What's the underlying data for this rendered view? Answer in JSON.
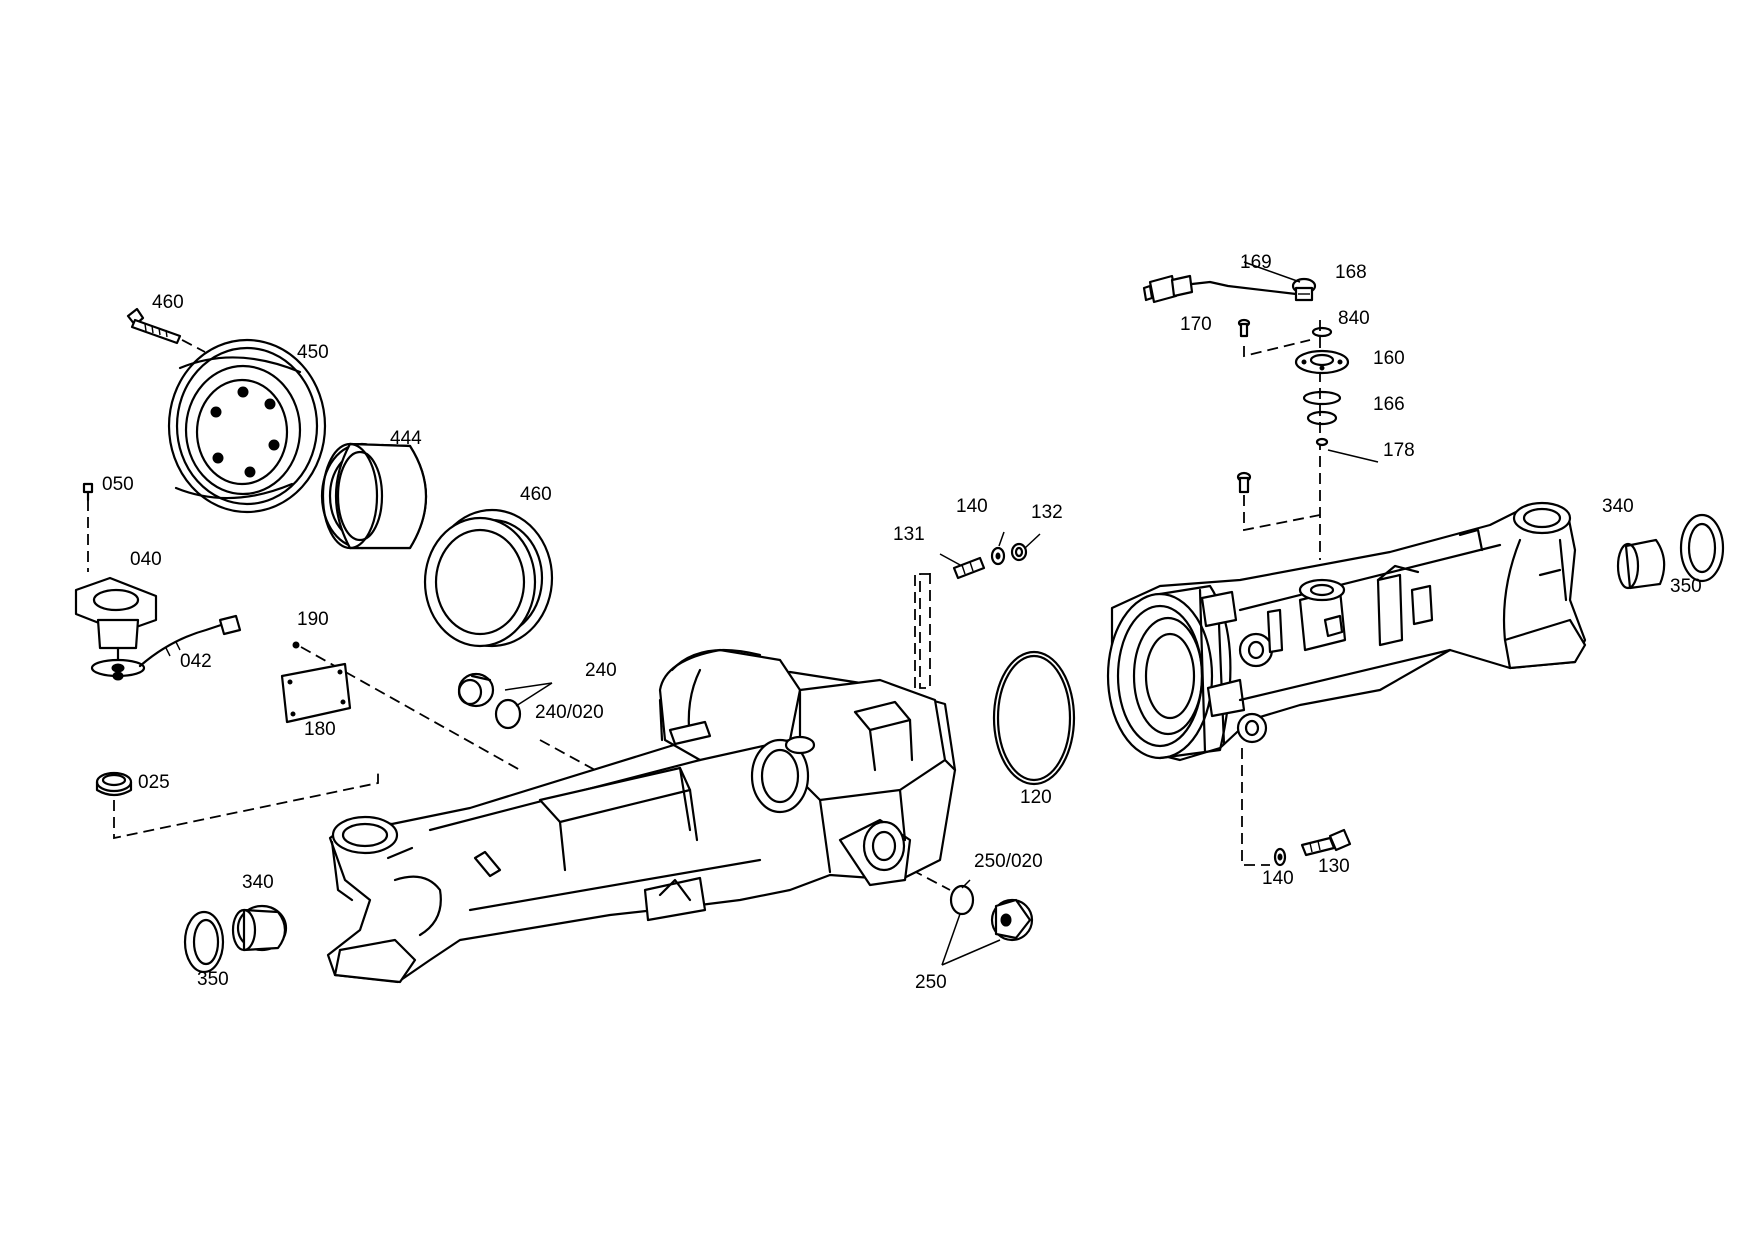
{
  "callouts": {
    "c460_bolt": "460",
    "c450": "450",
    "c444": "444",
    "c460_ring": "460",
    "c050": "050",
    "c040": "040",
    "c042": "042",
    "c190": "190",
    "c180": "180",
    "c240": "240",
    "c240_020": "240/020",
    "c025": "025",
    "c340_left": "340",
    "c350_left": "350",
    "c131": "131",
    "c140_top": "140",
    "c132": "132",
    "c120": "120",
    "c250_020": "250/020",
    "c250": "250",
    "c169": "169",
    "c168": "168",
    "c840": "840",
    "c170": "170",
    "c160": "160",
    "c166": "166",
    "c178": "178",
    "c340_right": "340",
    "c350_right": "350",
    "c140_bottom": "140",
    "c130": "130"
  }
}
